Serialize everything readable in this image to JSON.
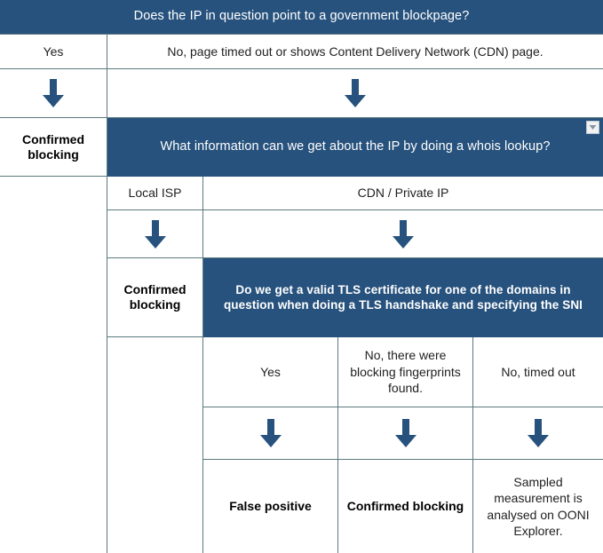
{
  "diagram": {
    "title": "Does the IP in question point to a government blockpage?",
    "colors": {
      "question_blue": "#27527d",
      "border": "#5c797f",
      "arrow": "#27527d",
      "text_light": "#ffffff",
      "text_dark": "#1f1f1f"
    },
    "level1": {
      "question": "Does the IP in question point to a government blockpage?",
      "answer_yes": "Yes",
      "answer_no": "No, page timed out or shows Content Delivery Network (CDN) page.",
      "outcome_yes": "Confirmed blocking",
      "arrow_yes": "down-arrow-icon",
      "arrow_no": "down-arrow-icon"
    },
    "level2": {
      "question": "What information can we get about the IP by doing a whois lookup?",
      "dropdown": "chevron-down-icon",
      "answer_local_isp": "Local ISP",
      "answer_cdn": "CDN / Private IP",
      "outcome_local_isp": "Confirmed blocking",
      "arrow_local_isp": "down-arrow-icon",
      "arrow_cdn": "down-arrow-icon"
    },
    "level3": {
      "question": "Do we get a valid TLS certificate for one of the domains in question when doing a TLS handshake and specifying the SNI",
      "answers": [
        "Yes",
        "No, there were blocking fingerprints found.",
        "No, timed out"
      ],
      "arrows": [
        "down-arrow-icon",
        "down-arrow-icon",
        "down-arrow-icon"
      ],
      "outcomes": [
        "False positive",
        "Confirmed blocking",
        "Sampled measurement is analysed on OONI Explorer."
      ]
    }
  }
}
